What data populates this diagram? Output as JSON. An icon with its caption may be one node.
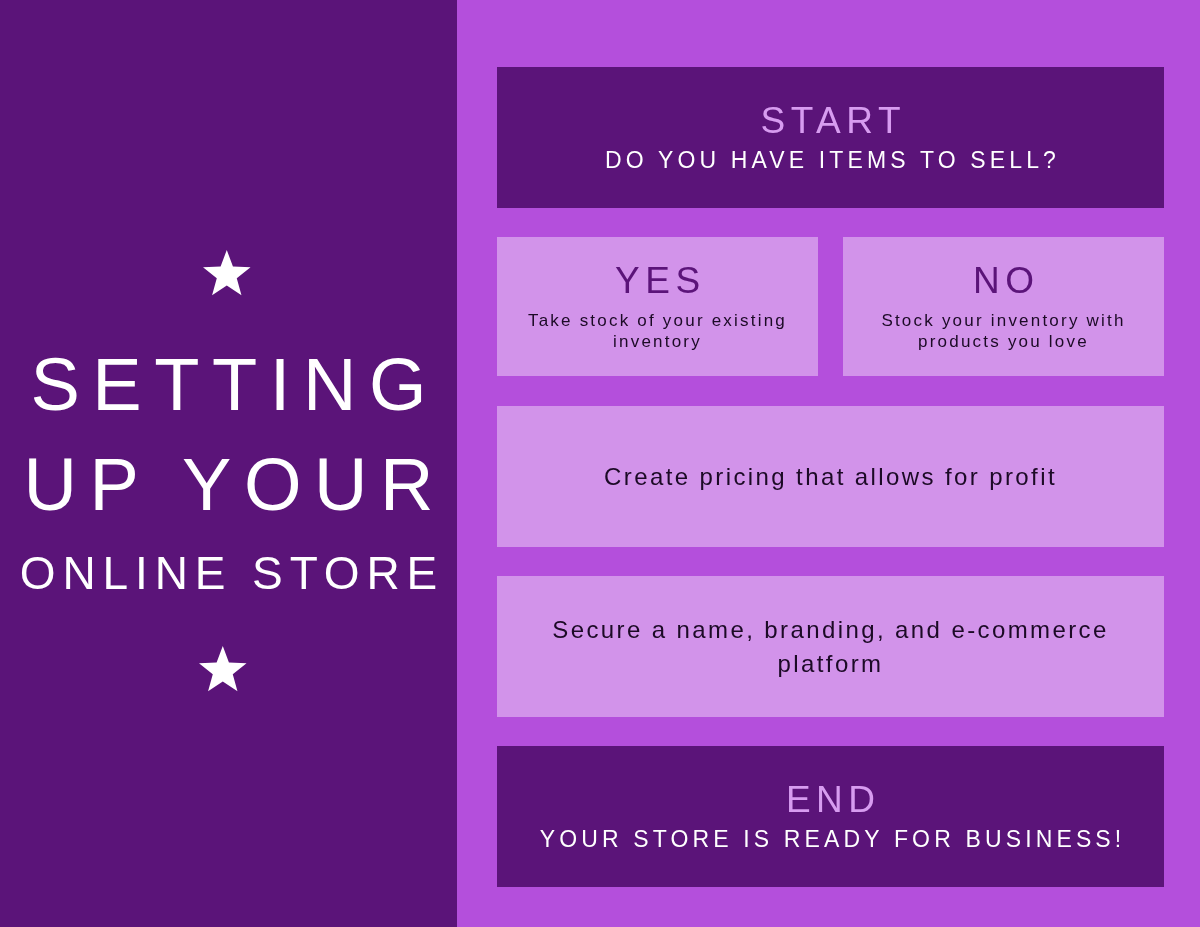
{
  "diagram": {
    "title": "SETTING UP YOUR ONLINE STORE",
    "nodes": [
      {
        "text": [
          "START",
          "DO YOU HAVE ITEMS TO SELL?"
        ]
      },
      {
        "text": [
          "YES",
          "Take stock of your existing inventory"
        ]
      },
      {
        "text": [
          "NO",
          "Stock your inventory with products you love"
        ]
      },
      {
        "text": [
          "Create pricing that allows for profit"
        ]
      },
      {
        "text": [
          "Secure a name, branding, and e-commerce platform"
        ]
      },
      {
        "text": [
          "END",
          "YOUR STORE IS READY FOR BUSINESS!"
        ]
      }
    ]
  }
}
